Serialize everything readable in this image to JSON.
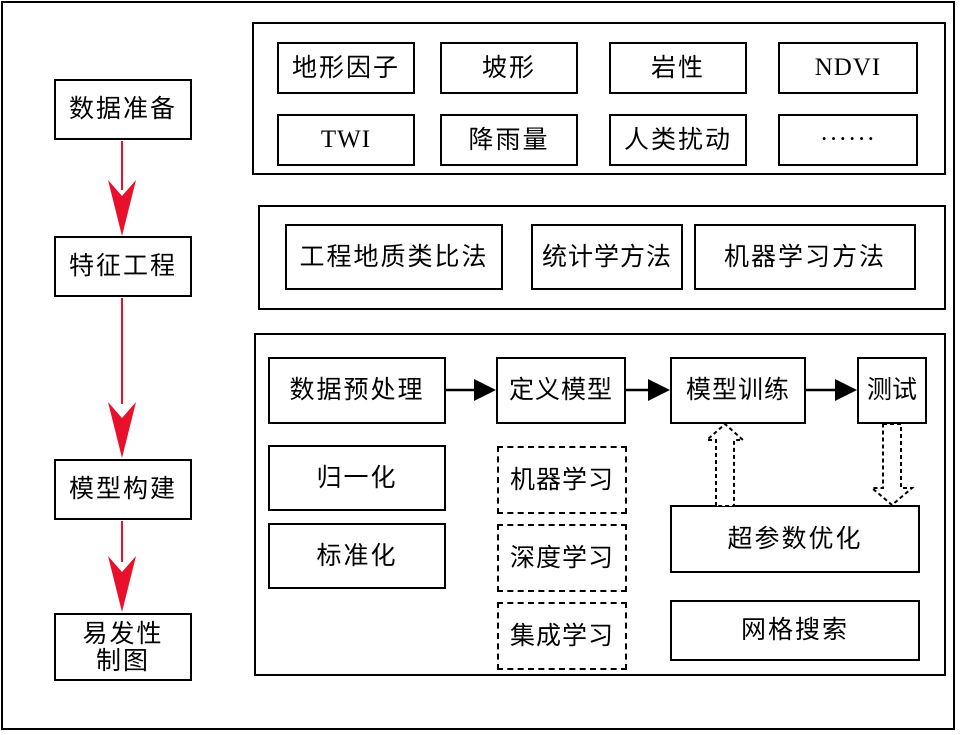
{
  "steps": [
    "数据准备",
    "特征工程",
    "模型构建",
    "易发性\n制图"
  ],
  "data_factors": [
    "地形因子",
    "坡形",
    "岩性",
    "NDVI",
    "TWI",
    "降雨量",
    "人类扰动",
    "······"
  ],
  "feature_methods": [
    "工程地质类比法",
    "统计学方法",
    "机器学习方法"
  ],
  "pipeline": [
    "数据预处理",
    "定义模型",
    "模型训练",
    "测试"
  ],
  "preprocessing": [
    "归一化",
    "标准化"
  ],
  "model_types": [
    "机器学习",
    "深度学习",
    "集成学习"
  ],
  "hyperparameter": {
    "title": "超参数优化",
    "method": "网格搜索"
  },
  "colors": {
    "flow_arrow": "#e8102a",
    "line": "#000000",
    "background": "#ffffff"
  }
}
